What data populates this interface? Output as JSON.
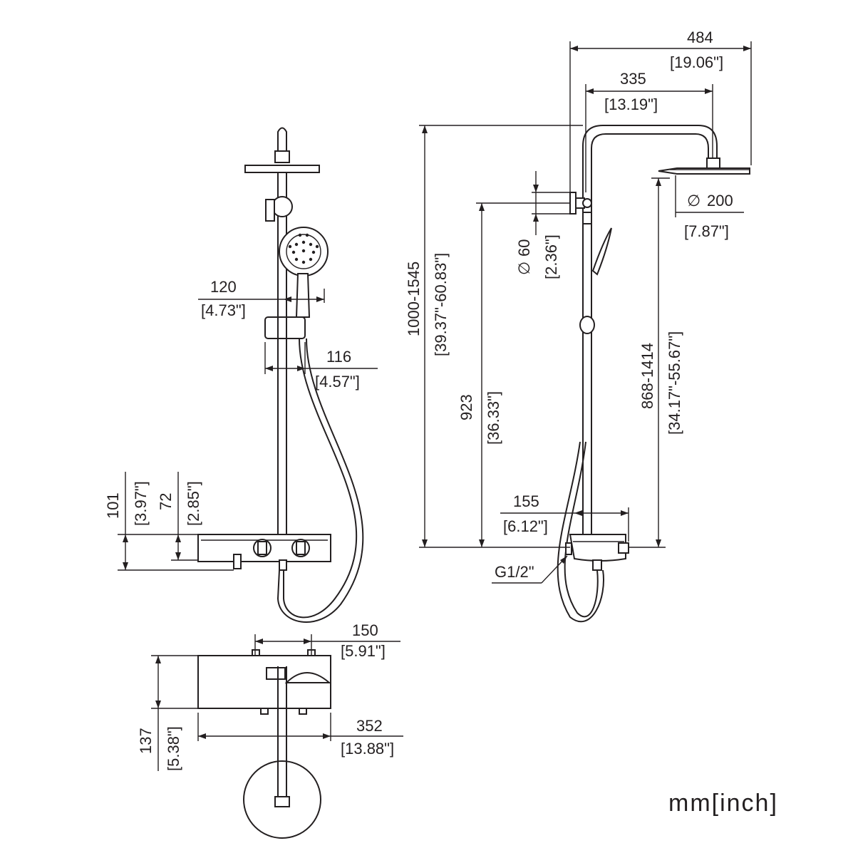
{
  "units": "mm[inch]",
  "dims": {
    "d484": {
      "mm": "484",
      "inch": "[19.06\"]"
    },
    "d335": {
      "mm": "335",
      "inch": "[13.19\"]"
    },
    "d200": {
      "mm": "200",
      "inch": "[7.87\"]"
    },
    "d60": {
      "mm": "60",
      "inch": "[2.36\"]"
    },
    "d1000": {
      "mm": "1000-1545",
      "inch": "[39.37\"-60.83\"]"
    },
    "d923": {
      "mm": "923",
      "inch": "[36.33\"]"
    },
    "d868": {
      "mm": "868-1414",
      "inch": "[34.17\"-55.67\"]"
    },
    "d155": {
      "mm": "155",
      "inch": "[6.12\"]"
    },
    "d120": {
      "mm": "120",
      "inch": "[4.73\"]"
    },
    "d116": {
      "mm": "116",
      "inch": "[4.57\"]"
    },
    "d101": {
      "mm": "101",
      "inch": "[3.97\"]"
    },
    "d72": {
      "mm": "72",
      "inch": "[2.85\"]"
    },
    "d150": {
      "mm": "150",
      "inch": "[5.91\"]"
    },
    "d352": {
      "mm": "352",
      "inch": "[13.88\"]"
    },
    "d137": {
      "mm": "137",
      "inch": "[5.38\"]"
    }
  },
  "labels": {
    "diameter_symbol": "∅",
    "thread": "G1/2\""
  }
}
